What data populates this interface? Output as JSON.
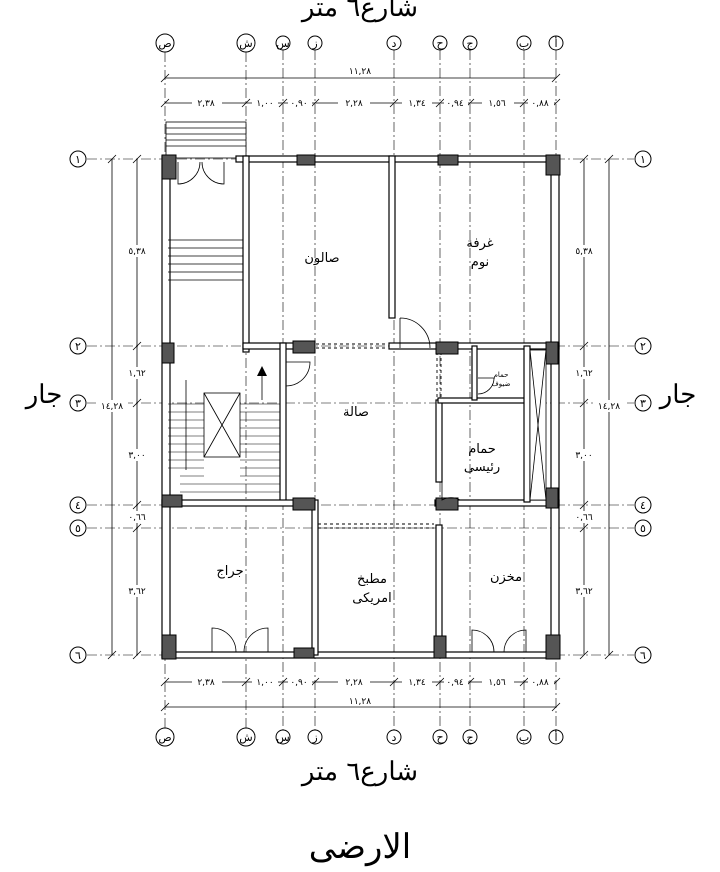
{
  "title": "الارضى",
  "street_top": "شارع٦ متر",
  "street_bottom": "شارع٦ متر",
  "neighbor_left": "جار",
  "neighbor_right": "جار",
  "grid_columns": [
    "ص",
    "ش",
    "س",
    "ز",
    "د",
    "ح",
    "ج",
    "ب",
    "أ"
  ],
  "grid_rows": [
    "١",
    "٢",
    "٣",
    "٤",
    "٥",
    "٦"
  ],
  "horizontal_dims": {
    "overall": "١١,٢٨",
    "segments": [
      "٢,٣٨",
      "١,٠٠",
      "٠,٩٠",
      "٢,٢٨",
      "١,٣٤",
      "٠,٩٤",
      "١,٥٦",
      "٠,٨٨"
    ]
  },
  "vertical_dims": {
    "overall": "١٤,٢٨",
    "segments": [
      "٥,٣٨",
      "١,٦٢",
      "٣,٠٠",
      "٠,٦٦",
      "٣,٦٢"
    ]
  },
  "rooms": {
    "salon": "صالون",
    "bedroom_1": "غرفة",
    "bedroom_2": "نوم",
    "hall": "صالة",
    "guest_bath_1": "حمام",
    "guest_bath_2": "ضيوف",
    "main_bath_1": "حمام",
    "main_bath_2": "رئيسى",
    "garage": "جراج",
    "kitchen_1": "مطبخ",
    "kitchen_2": "امريكى",
    "storage": "مخزن"
  }
}
